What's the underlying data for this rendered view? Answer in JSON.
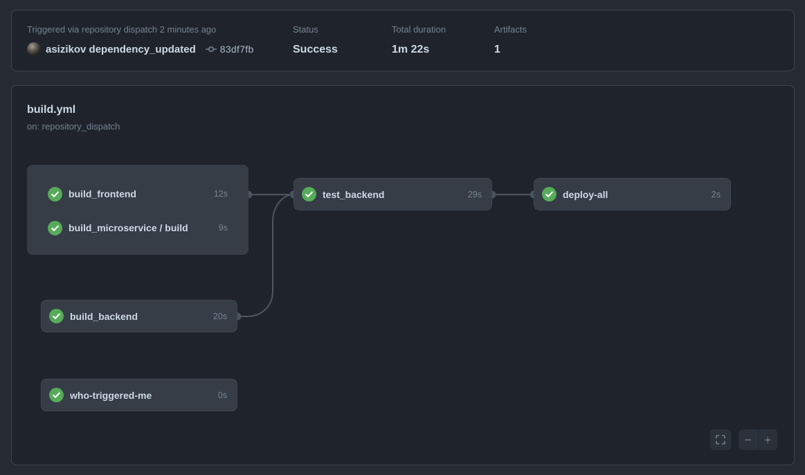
{
  "header": {
    "triggered_text": "Triggered via repository dispatch 2 minutes ago",
    "actor": "asizikov",
    "event": "dependency_updated",
    "commit_sha": "83df7fb",
    "status_label": "Status",
    "status_value": "Success",
    "duration_label": "Total duration",
    "duration_value": "1m 22s",
    "artifacts_label": "Artifacts",
    "artifacts_value": "1"
  },
  "workflow": {
    "file_name": "build.yml",
    "trigger": "on: repository_dispatch"
  },
  "graph": {
    "jobs": [
      {
        "name": "build_frontend",
        "duration": "12s",
        "status": "success"
      },
      {
        "name": "build_microservice / build",
        "duration": "9s",
        "status": "success"
      },
      {
        "name": "build_backend",
        "duration": "20s",
        "status": "success"
      },
      {
        "name": "who-triggered-me",
        "duration": "0s",
        "status": "success"
      },
      {
        "name": "test_backend",
        "duration": "29s",
        "status": "success"
      },
      {
        "name": "deploy-all",
        "duration": "2s",
        "status": "success"
      }
    ],
    "edges": [
      {
        "from": "build_frontend-group",
        "to": "test_backend"
      },
      {
        "from": "build_backend",
        "to": "test_backend"
      },
      {
        "from": "test_backend",
        "to": "deploy-all"
      }
    ]
  },
  "controls": {
    "fullscreen": "fit-to-screen",
    "zoom_out": "−",
    "zoom_in": "+"
  },
  "colors": {
    "page_bg": "#262b33",
    "panel_bg": "#1f242c",
    "panel_border": "#3d444d",
    "node_bg": "#363d47",
    "text_primary": "#cdd9e5",
    "text_muted": "#768390",
    "success_green": "#57ab5a",
    "edge_gray": "#4e565f"
  }
}
